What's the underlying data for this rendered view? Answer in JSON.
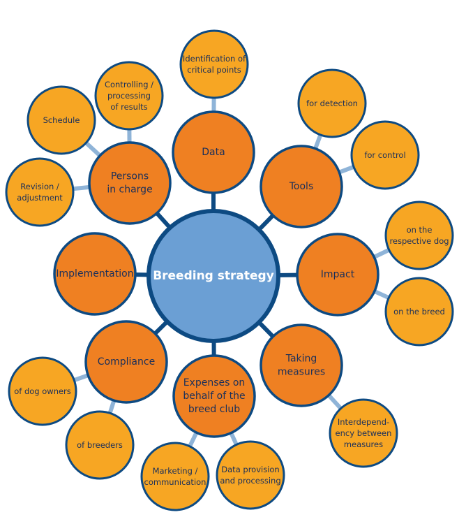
{
  "colors": {
    "center_fill": "#6b9fd4",
    "center_stroke": "#0d4a82",
    "main_fill": "#ef8022",
    "leaf_fill": "#f7a623",
    "node_stroke": "#0d4a82",
    "spoke": "#0d4a82",
    "leaf_link": "#8fb4d8"
  },
  "center": {
    "label": [
      "Breeding strategy"
    ]
  },
  "main_nodes": [
    {
      "id": "data",
      "label": [
        "Data"
      ]
    },
    {
      "id": "tools",
      "label": [
        "Tools"
      ]
    },
    {
      "id": "impact",
      "label": [
        "Impact"
      ]
    },
    {
      "id": "taking-measures",
      "label": [
        "Taking",
        "measures"
      ]
    },
    {
      "id": "expenses",
      "label": [
        "Expenses on",
        "behalf of the",
        "breed club"
      ]
    },
    {
      "id": "compliance",
      "label": [
        "Compliance"
      ]
    },
    {
      "id": "implementation",
      "label": [
        "Implementation"
      ]
    },
    {
      "id": "persons-in-charge",
      "label": [
        "Persons",
        "in charge"
      ]
    }
  ],
  "leaf_nodes": [
    {
      "id": "identification",
      "parent": "data",
      "label": [
        "Identification of",
        "critical points"
      ]
    },
    {
      "id": "for-detection",
      "parent": "tools",
      "label": [
        "for detection"
      ]
    },
    {
      "id": "for-control",
      "parent": "tools",
      "label": [
        "for control"
      ]
    },
    {
      "id": "on-dog",
      "parent": "impact",
      "label": [
        "on the",
        "respective dog"
      ]
    },
    {
      "id": "on-breed",
      "parent": "impact",
      "label": [
        "on the breed"
      ]
    },
    {
      "id": "interdependency",
      "parent": "taking-measures",
      "label": [
        "Interdepend-",
        "ency between",
        "measures"
      ]
    },
    {
      "id": "data-provision",
      "parent": "expenses",
      "label": [
        "Data provision",
        "and processing"
      ]
    },
    {
      "id": "marketing",
      "parent": "expenses",
      "label": [
        "Marketing /",
        "communication"
      ]
    },
    {
      "id": "of-breeders",
      "parent": "compliance",
      "label": [
        "of breeders"
      ]
    },
    {
      "id": "of-dog-owners",
      "parent": "compliance",
      "label": [
        "of dog owners"
      ]
    },
    {
      "id": "revision",
      "parent": "persons-in-charge",
      "label": [
        "Revision /",
        "adjustment"
      ]
    },
    {
      "id": "schedule",
      "parent": "persons-in-charge",
      "label": [
        "Schedule"
      ]
    },
    {
      "id": "controlling",
      "parent": "persons-in-charge",
      "label": [
        "Controlling /",
        "processing",
        "of results"
      ]
    }
  ]
}
